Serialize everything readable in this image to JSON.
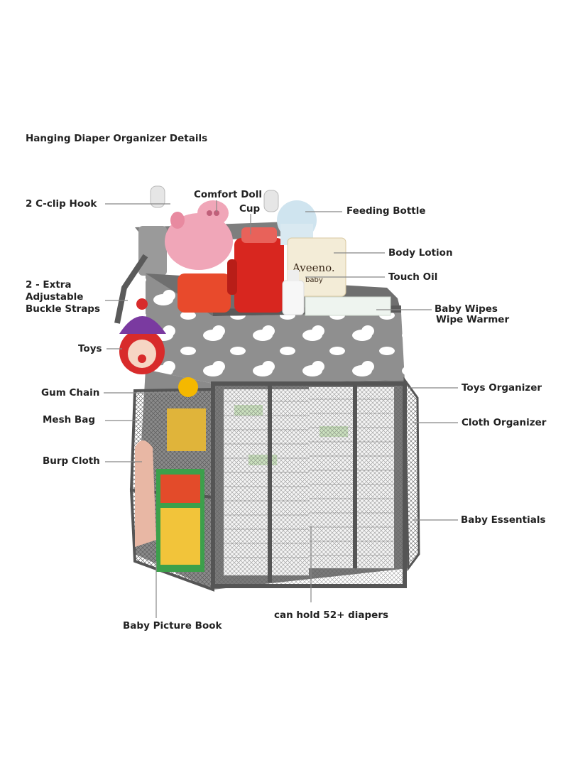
{
  "diagram": {
    "title": "Hanging Diaper Organizer Details",
    "labels": {
      "c_clip_hook": "2 C-clip Hook",
      "comfort_doll": "Comfort Doll",
      "cup": "Cup",
      "feeding_bottle": "Feeding Bottle",
      "body_lotion": "Body Lotion",
      "touch_oil": "Touch Oil",
      "straps_line1": "2 - Extra",
      "straps_line2": "Adjustable",
      "straps_line3": "Buckle Straps",
      "baby_wipes": "Baby Wipes",
      "wipe_warmer": "Wipe Warmer",
      "toys": "Toys",
      "toys_organizer": "Toys Organizer",
      "gum_chain": "Gum Chain",
      "cloth_organizer": "Cloth Organizer",
      "mesh_bag": "Mesh Bag",
      "burp_cloth": "Burp Cloth",
      "baby_essentials": "Baby Essentials",
      "diapers": "can hold 52+ diapers",
      "picture_book": "Baby Picture Book"
    },
    "product_text": {
      "lotion_brand": "Aveeno.",
      "lotion_sub": "baby"
    },
    "colors": {
      "fabric_gray": "#8c8c8c",
      "cloud_white": "#ffffff",
      "trim_dark": "#5a5a5a",
      "leader_line": "#888888",
      "doll_pink": "#f0a6b8",
      "cup_red": "#d8261f"
    }
  }
}
